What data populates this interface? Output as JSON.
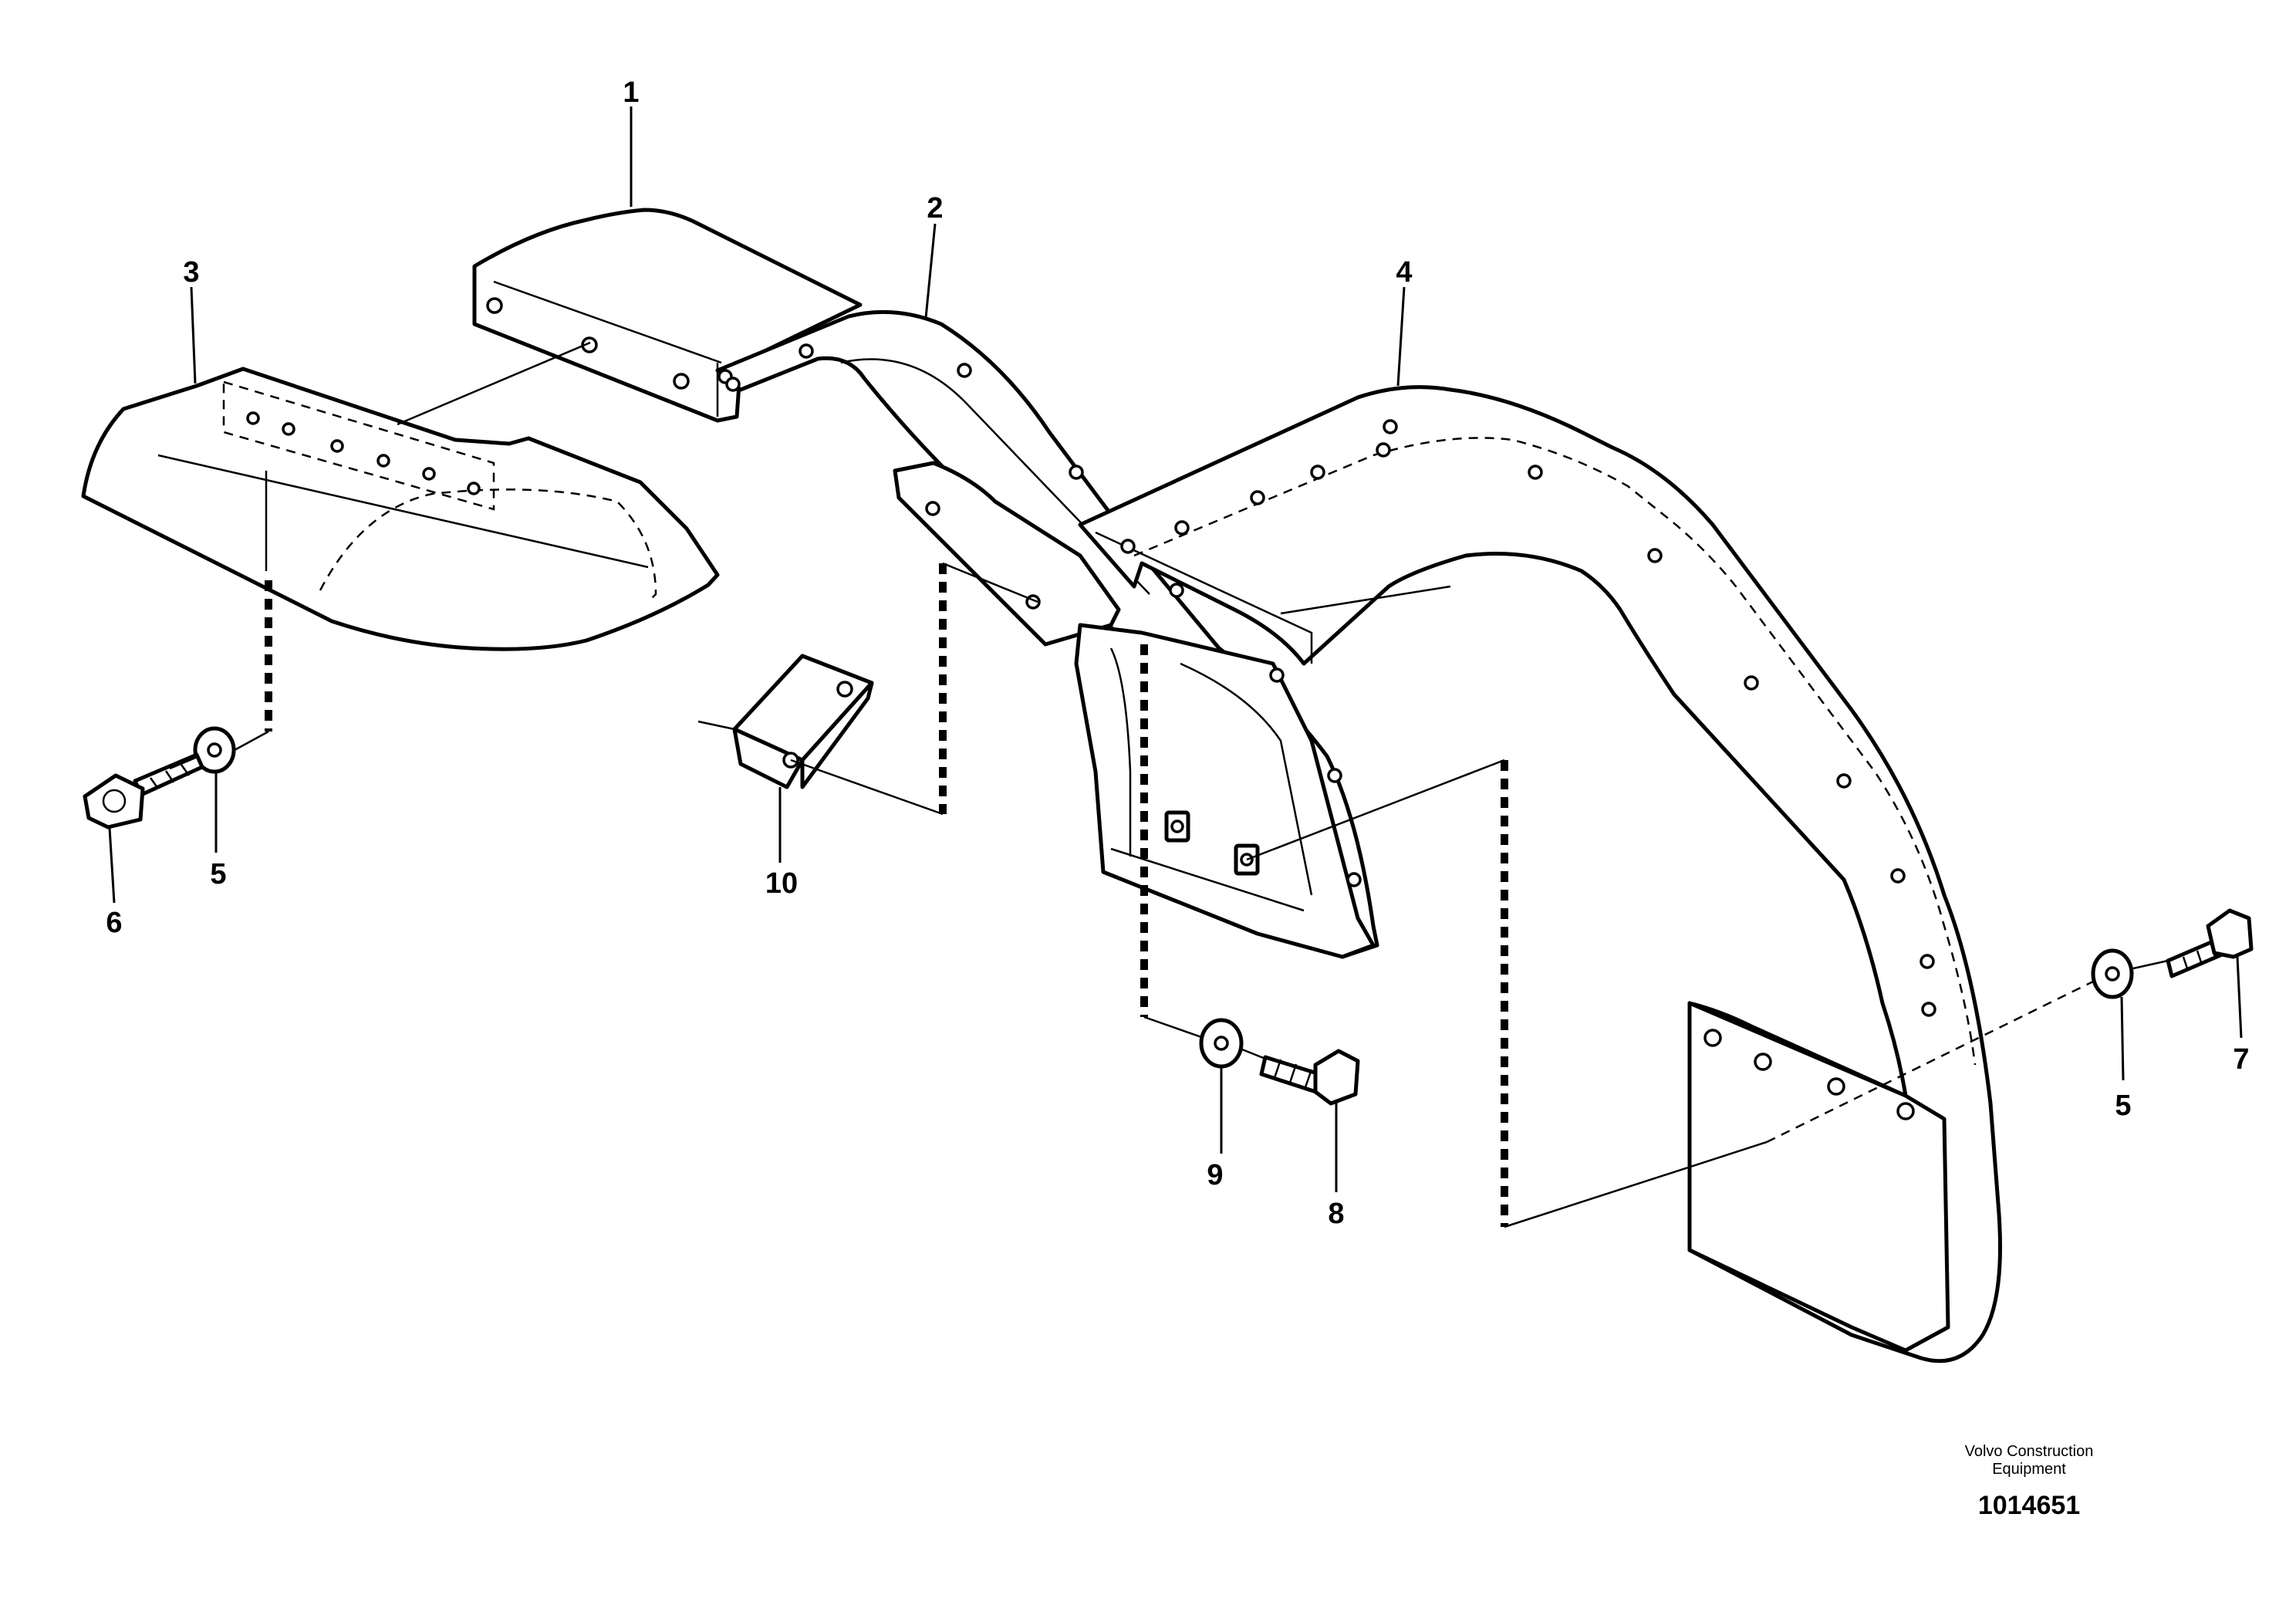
{
  "drawing": {
    "callouts": [
      {
        "id": "c1",
        "label": "1"
      },
      {
        "id": "c2",
        "label": "2"
      },
      {
        "id": "c3",
        "label": "3"
      },
      {
        "id": "c4",
        "label": "4"
      },
      {
        "id": "c5a",
        "label": "5"
      },
      {
        "id": "c5b",
        "label": "5"
      },
      {
        "id": "c6",
        "label": "6"
      },
      {
        "id": "c7",
        "label": "7"
      },
      {
        "id": "c8",
        "label": "8"
      },
      {
        "id": "c9",
        "label": "9"
      },
      {
        "id": "c10",
        "label": "10"
      }
    ],
    "brand_line1": "Volvo Construction",
    "brand_line2": "Equipment",
    "figure_number": "1014651"
  }
}
